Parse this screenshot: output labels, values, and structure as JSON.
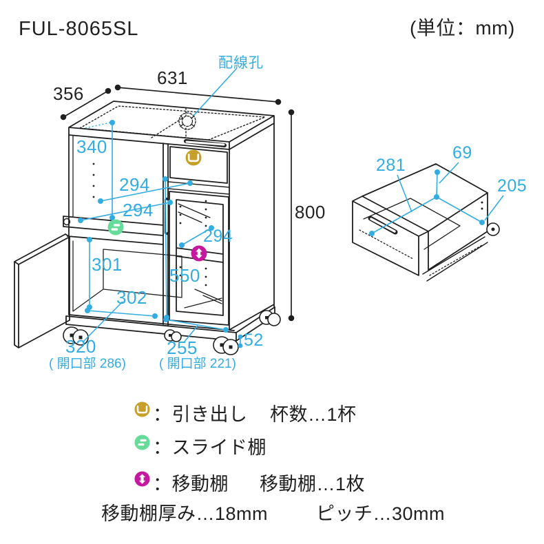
{
  "header": {
    "model": "FUL-8065SL",
    "unit_note": "(単位：mm)"
  },
  "cabinet": {
    "wiring_hole_label": "配線孔",
    "width": "631",
    "depth": "356",
    "height": "800",
    "upper_inner_height": "340",
    "inner_width_a": "294",
    "inner_width_b": "294",
    "inner_width_c": "294",
    "glass_door_inner_height": "550",
    "lower_inner_height": "301",
    "lower_inner_width": "302",
    "left_opening_width": "320",
    "left_opening_note": "( 開口部 286)",
    "right_opening_width": "255",
    "right_opening_note": "( 開口部 221)",
    "caster_height": "52"
  },
  "drawer_detail": {
    "inner_depth": "281",
    "inner_height": "69",
    "inner_width": "205"
  },
  "legend": {
    "rows": [
      {
        "icon": "drawer-icon",
        "label": "：引き出し",
        "detail": "杯数…1杯"
      },
      {
        "icon": "slide-icon",
        "label": "：スライド棚",
        "detail": ""
      },
      {
        "icon": "move-icon",
        "label": "：移動棚",
        "detail": "移動棚…1枚"
      }
    ],
    "footnote_left": "移動棚厚み…18mm",
    "footnote_right": "ピッチ…30mm"
  },
  "colors": {
    "dimension_cyan": "#33ADE1",
    "drawer_badge_gold": "#C7A029",
    "slide_badge_green": "#67DB9A",
    "move_badge_magenta": "#C6189E",
    "line_black": "#1F1F1F"
  }
}
